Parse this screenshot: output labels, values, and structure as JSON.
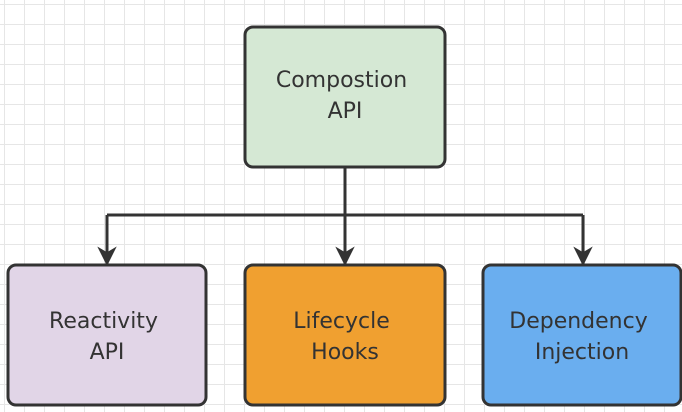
{
  "diagram": {
    "root": {
      "line1": "Compostion",
      "line2": "API",
      "fill": "#d5e8d4"
    },
    "children": [
      {
        "line1": "Reactivity",
        "line2": "API",
        "fill": "#e1d5e7"
      },
      {
        "line1": "Lifecycle",
        "line2": "Hooks",
        "fill": "#f0a030"
      },
      {
        "line1": "Dependency",
        "line2": "Injection",
        "fill": "#6aaeef"
      }
    ],
    "edge_color": "#333333",
    "border_color": "#333333"
  }
}
